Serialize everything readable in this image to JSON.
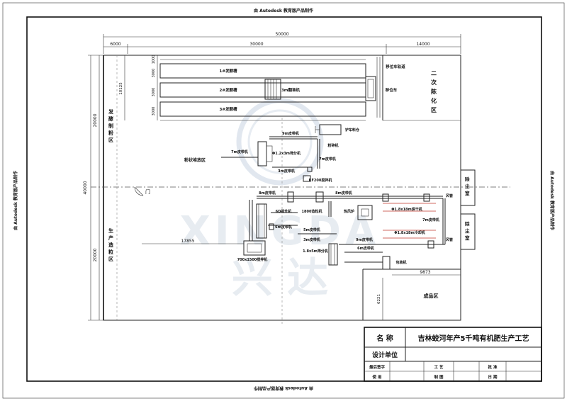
{
  "watermark": {
    "top": "由 Autodesk 教育版产品制作",
    "bottom": "由 Autodesk 教育版产品制作",
    "left": "由 Autodesk 教育版产品制作",
    "right": "由 Autodesk 教育版产品制作",
    "logo_latin": "XINGDA",
    "logo_cn": "兴 达"
  },
  "dimensions": {
    "total_width": "50000",
    "seg_left": "6000",
    "seg_mid": "30000",
    "seg_right": "14000",
    "height_total": "40000",
    "height_upper": "20000",
    "height_lower": "20000",
    "ferment_h": "10125",
    "row_1000": "1000",
    "row_3000_1": "3000",
    "row_3000_2": "3000",
    "row_3000_3": "3000",
    "d_17855": "17855",
    "d_9873": "9873",
    "d_6221": "6221"
  },
  "zones": {
    "ferment": "发酵制粉区",
    "production": "生产造粒区",
    "secondary": "二次陈化区",
    "powder_store": "粉状堆放区",
    "finished": "成品区",
    "door": "门",
    "dust_room_1": "除尘室",
    "dust_room_2": "除尘室"
  },
  "equipment": {
    "tank1": "1#发酵槽",
    "tank2": "2#发酵槽",
    "tank3": "3#发酵槽",
    "turner": "3m翻堆机",
    "transfer_track": "移位车轨道",
    "transfer_car": "移位车",
    "forklift_bin": "铲车料仓",
    "belt_9m": "9m皮带机",
    "screen_1x3": "Φ1.2x3m筛分机",
    "belt_7m": "7m皮带机",
    "crusher": "粉碎机",
    "belt_7m_b": "7m皮带机",
    "belt_3m": "3m皮带机",
    "mixer_rp": "RF200搅拌机",
    "belt_8m": "8m皮带机",
    "belt_8m_b": "8m皮带机",
    "belt_9m_b": "9m皮带机",
    "fan_1": "风管",
    "fan_2": "风管",
    "dryer_1": "Φ1.8x18m烘干机",
    "dryer_2": "Φ1.8x18m冷却机",
    "belt_7m_c": "7m皮带机",
    "belt_6m": "6m皮带机",
    "elevator": "6D提升机",
    "granulator": "1800造粒机",
    "hot_air": "热风炉",
    "belt_5m": "5m皮带机",
    "belt_3m_b": "3m皮带机",
    "belt_6m_b": "6m皮带机",
    "screen_2": "1.8x5m筛分机",
    "packer": "包装机",
    "mixer_700": "700x1500搅拌机"
  },
  "title_block": {
    "name_label": "名 称",
    "project_title": "吉林蛟河年产5千吨有机肥生产工艺",
    "design_unit_label": "设计单位",
    "sign_label": "最后签字",
    "use_label": "使 用",
    "process_label": "工 艺",
    "drawing_label": "制 图",
    "approve_label": "批 准",
    "date_label": "日 期"
  }
}
